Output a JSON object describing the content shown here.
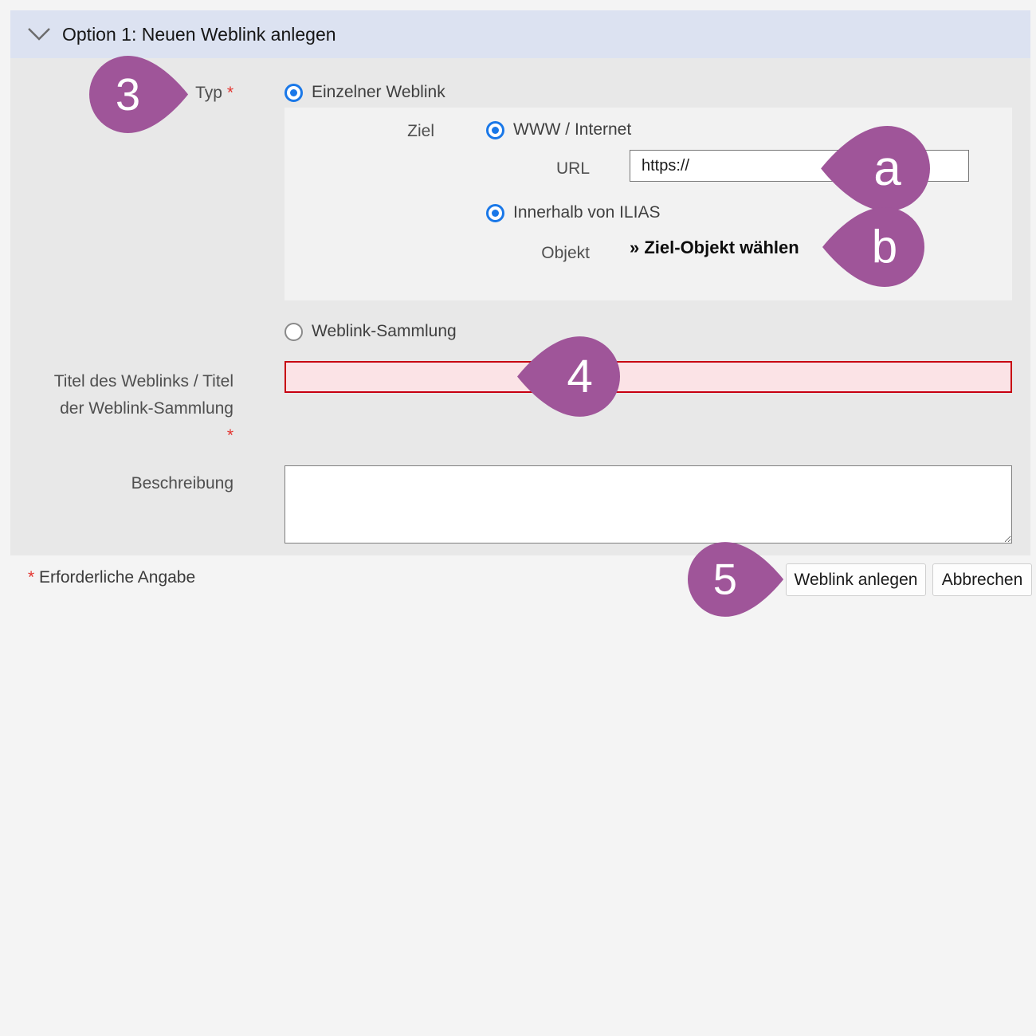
{
  "accordion": {
    "title": "Option 1: Neuen Weblink anlegen"
  },
  "form": {
    "typ": {
      "label": "Typ",
      "required_mark": "*"
    },
    "radio_single_weblink": {
      "label": "Einzelner Weblink",
      "selected": true
    },
    "nested": {
      "ziel_label": "Ziel",
      "radio_www": {
        "label": "WWW / Internet",
        "selected": true
      },
      "url": {
        "label": "URL",
        "value": "https://"
      },
      "radio_ilias": {
        "label": "Innerhalb von ILIAS",
        "selected": true
      },
      "objekt_label": "Objekt",
      "objekt_link": "» Ziel-Objekt wählen"
    },
    "radio_collection": {
      "label": "Weblink-Sammlung",
      "selected": false
    },
    "titel": {
      "label_line1": "Titel des Weblinks / Titel",
      "label_line2": "der Weblink-Sammlung",
      "required_mark": "*",
      "value": "",
      "error": true
    },
    "beschreibung": {
      "label": "Beschreibung",
      "value": ""
    }
  },
  "footer": {
    "required_note_mark": "*",
    "required_note": "Erforderliche Angabe",
    "submit_label": "Weblink anlegen",
    "cancel_label": "Abbrechen"
  },
  "markers": {
    "step3": "3",
    "step4": "4",
    "step5": "5",
    "a": "a",
    "b": "b"
  },
  "colors": {
    "marker_purple": "#9f5599",
    "radio_blue": "#1a78e8",
    "header_bg": "#dce2f1",
    "form_bg": "#e8e8e8",
    "nested_bg": "#f2f2f2",
    "error_border": "#c70011",
    "error_bg": "#fbe3e6",
    "required_red": "#e3342f"
  }
}
